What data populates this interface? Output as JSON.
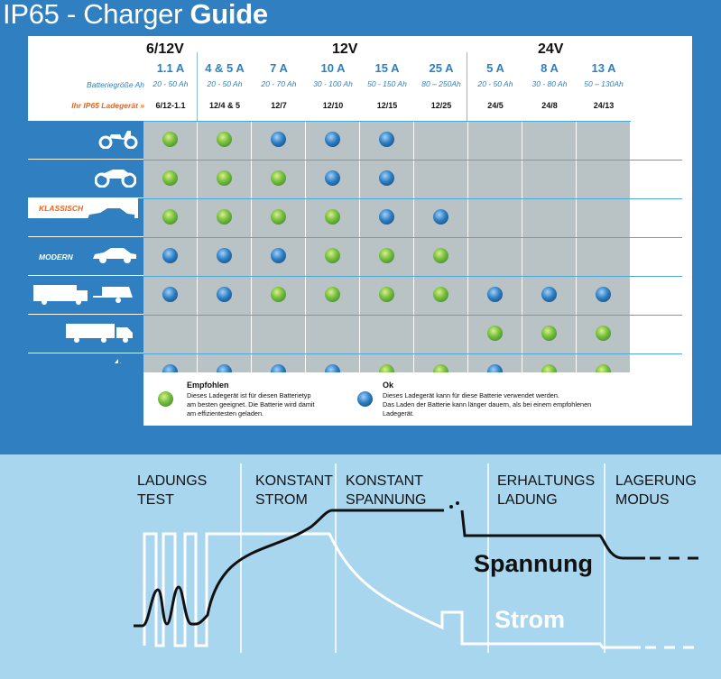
{
  "title": {
    "prefix": "IP65 - Charger",
    "bold": "Guide"
  },
  "voltage_groups": [
    "6/12V",
    "12V",
    "24V"
  ],
  "amperages": [
    "1.1 A",
    "4 & 5 A",
    "7 A",
    "10 A",
    "15 A",
    "25 A",
    "5 A",
    "8 A",
    "13 A"
  ],
  "battery_sizes": [
    "20 - 50 Ah",
    "20 - 50 Ah",
    "20 - 70 Ah",
    "30 - 100 Ah",
    "50 - 150 Ah",
    "80 – 250Ah",
    "20 - 50 Ah",
    "30 - 80 Ah",
    "50 – 130Ah"
  ],
  "models": [
    "6/12-1.1",
    "12/4 & 5",
    "12/7",
    "12/10",
    "12/15",
    "12/25",
    "24/5",
    "24/8",
    "24/13"
  ],
  "row_labels": {
    "battery_size": "Batteriegröße Ah",
    "model": "Ihr IP65 Ladegerät »",
    "klassisch": "KLASSISCH",
    "modern": "MODERN"
  },
  "vehicle_rows": [
    {
      "icon": "scooter-icon",
      "dots": [
        "green",
        "green",
        "blue",
        "blue",
        "blue",
        "",
        "",
        "",
        ""
      ]
    },
    {
      "icon": "motorcycle-icon",
      "dots": [
        "green",
        "green",
        "green",
        "blue",
        "blue",
        "",
        "",
        "",
        ""
      ]
    },
    {
      "icon": "classic-car-icon",
      "dots": [
        "green",
        "green",
        "green",
        "green",
        "blue",
        "blue",
        "",
        "",
        ""
      ]
    },
    {
      "icon": "modern-car-icon",
      "dots": [
        "blue",
        "blue",
        "blue",
        "green",
        "green",
        "green",
        "",
        "",
        ""
      ]
    },
    {
      "icon": "camper-van-icon",
      "dots": [
        "blue",
        "blue",
        "green",
        "green",
        "green",
        "green",
        "blue",
        "blue",
        "blue"
      ]
    },
    {
      "icon": "truck-icon",
      "dots": [
        "",
        "",
        "",
        "",
        "",
        "",
        "green",
        "green",
        "green"
      ]
    },
    {
      "icon": "boat-icon",
      "dots": [
        "blue",
        "blue",
        "blue",
        "blue",
        "green",
        "green",
        "blue",
        "green",
        "green"
      ]
    }
  ],
  "legend": {
    "recommended_title": "Empfohlen",
    "recommended_text": [
      "Dieses Ladegerät ist für diesen Batterietyp",
      "am besten geeignet. Die Batterie wird damit",
      "am effizientesten geladen."
    ],
    "ok_title": "Ok",
    "ok_text": [
      "Dieses Ladegerät kann für diese Batterie verwendet werden.",
      "Das Laden der Batterie kann länger dauern, als bei einem empfohlenen",
      "Ladegerät."
    ]
  },
  "stages": [
    {
      "line1": "LADUNGS",
      "line2": "TEST"
    },
    {
      "line1": "KONSTANT",
      "line2": "STROM"
    },
    {
      "line1": "KONSTANT",
      "line2": "SPANNUNG"
    },
    {
      "line1": "ERHALTUNGS",
      "line2": "LADUNG"
    },
    {
      "line1": "LAGERUNG",
      "line2": "MODUS"
    }
  ],
  "curves": {
    "voltage": "Spannung",
    "current": "Strom"
  },
  "colors": {
    "brand_blue": "#2f7fc1",
    "recommended": "#7cc242",
    "ok": "#2f7fc1",
    "orange": "#e8661e",
    "lower_bg": "#a8d6ee"
  }
}
